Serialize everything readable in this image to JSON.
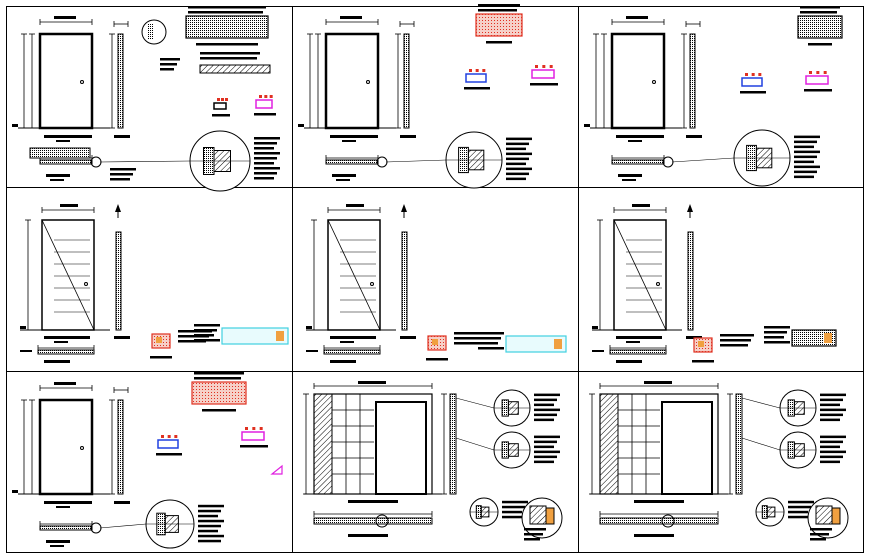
{
  "sheet": {
    "title": "",
    "panel_count": 9,
    "panels": [
      {
        "id": "p1",
        "kind": "door-elevation-details"
      },
      {
        "id": "p2",
        "kind": "door-elevation-details"
      },
      {
        "id": "p3",
        "kind": "door-elevation-details"
      },
      {
        "id": "p4",
        "kind": "glazed-door-elevation"
      },
      {
        "id": "p5",
        "kind": "glazed-door-elevation"
      },
      {
        "id": "p6",
        "kind": "glazed-door-elevation"
      },
      {
        "id": "p7",
        "kind": "door-elevation-details"
      },
      {
        "id": "p8",
        "kind": "wide-door-partition-elevation"
      },
      {
        "id": "p9",
        "kind": "wide-door-partition-elevation"
      }
    ]
  },
  "colors": {
    "line": "#000000",
    "hatch_red": "#e03020",
    "callout_magenta": "#e020e0",
    "callout_blue": "#2040e0",
    "glass_cyan": "#40d0e0",
    "wood_orange": "#f0a040",
    "panel_border": "#000000",
    "background": "#ffffff"
  },
  "icons": {
    "north": "arrow-up-icon",
    "section_marker": "section-arrow-icon",
    "detail_bubble": "detail-circle-icon"
  }
}
